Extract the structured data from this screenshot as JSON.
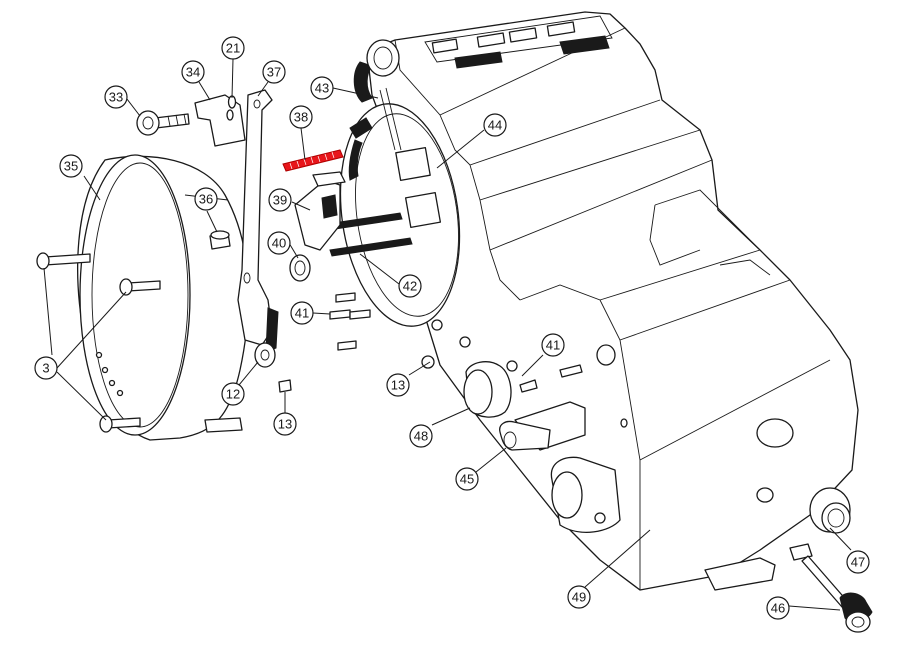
{
  "callouts": [
    {
      "id": "21",
      "label": "21"
    },
    {
      "id": "34",
      "label": "34"
    },
    {
      "id": "37",
      "label": "37"
    },
    {
      "id": "33",
      "label": "33"
    },
    {
      "id": "43",
      "label": "43"
    },
    {
      "id": "38",
      "label": "38"
    },
    {
      "id": "44",
      "label": "44"
    },
    {
      "id": "35",
      "label": "35"
    },
    {
      "id": "36",
      "label": "36"
    },
    {
      "id": "39",
      "label": "39"
    },
    {
      "id": "40",
      "label": "40"
    },
    {
      "id": "42",
      "label": "42"
    },
    {
      "id": "41a",
      "label": "41"
    },
    {
      "id": "3",
      "label": "3"
    },
    {
      "id": "41b",
      "label": "41"
    },
    {
      "id": "13a",
      "label": "13"
    },
    {
      "id": "12",
      "label": "12"
    },
    {
      "id": "13b",
      "label": "13"
    },
    {
      "id": "48",
      "label": "48"
    },
    {
      "id": "45",
      "label": "45"
    },
    {
      "id": "47",
      "label": "47"
    },
    {
      "id": "49",
      "label": "49"
    },
    {
      "id": "46",
      "label": "46"
    }
  ],
  "highlight": {
    "part": "38",
    "color": "#e8161b"
  },
  "colors": {
    "line": "#1a1a1a",
    "background": "#ffffff"
  }
}
